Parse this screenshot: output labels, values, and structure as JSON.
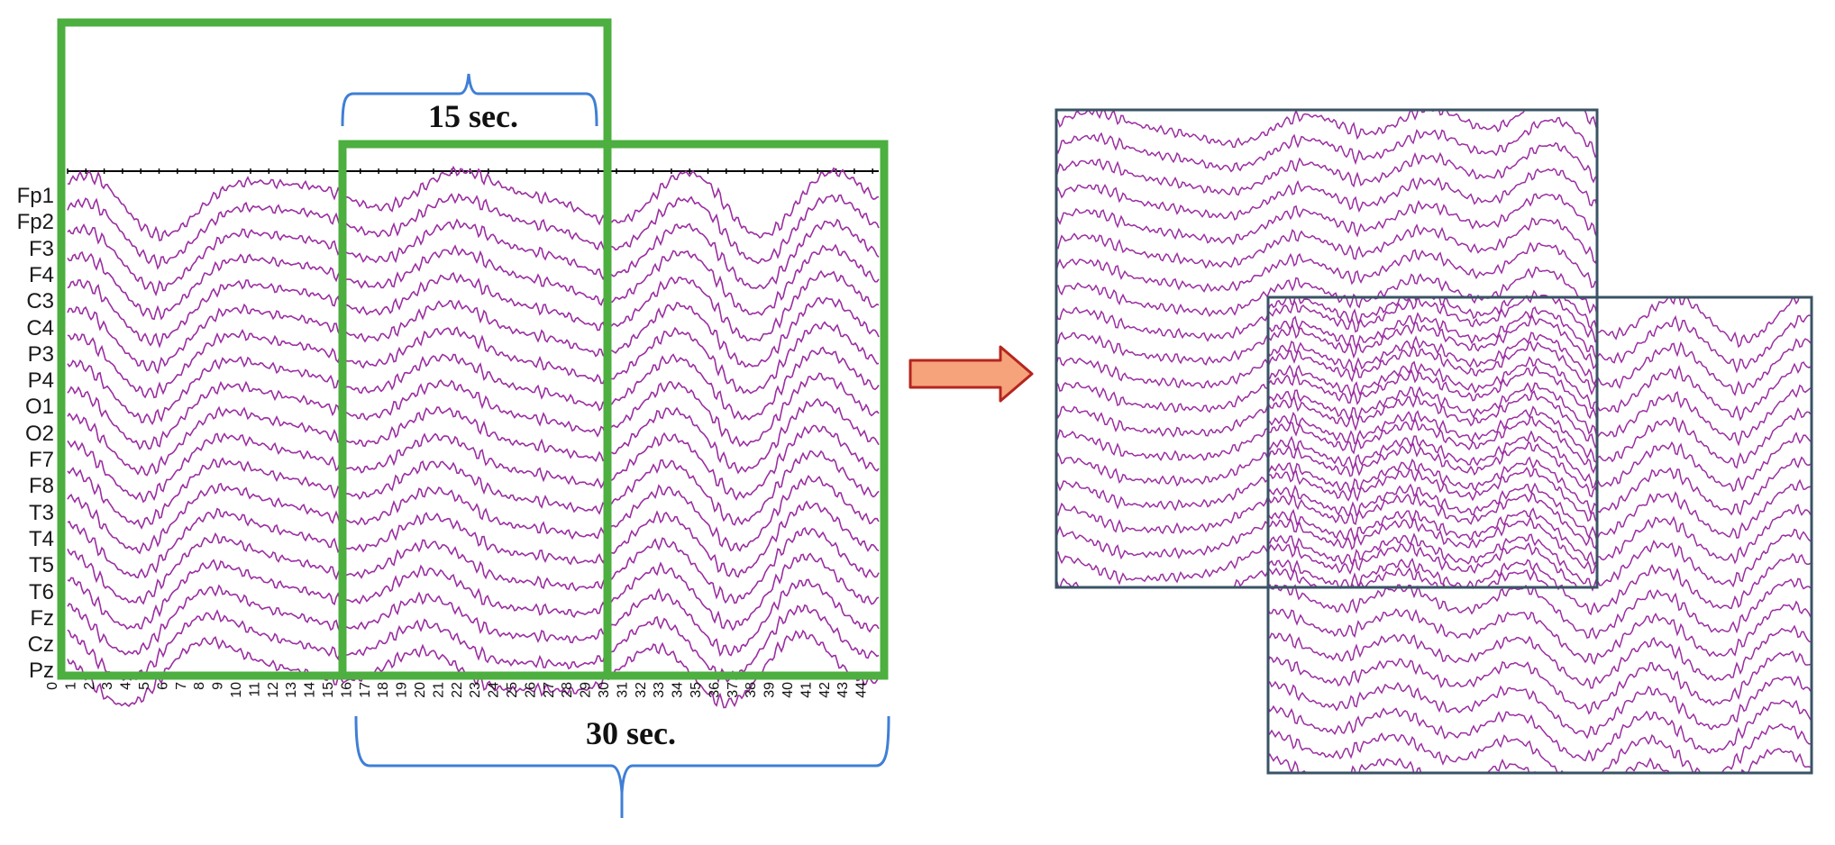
{
  "diagram": {
    "channels": [
      "Fp1",
      "Fp2",
      "F3",
      "F4",
      "C3",
      "C4",
      "P3",
      "P4",
      "O1",
      "O2",
      "F7",
      "F8",
      "T3",
      "T4",
      "T5",
      "T6",
      "Fz",
      "Cz",
      "Pz"
    ],
    "time_ticks": [
      "0",
      "1",
      "2",
      "3",
      "4",
      "5",
      "6",
      "7",
      "8",
      "9",
      "10",
      "11",
      "12",
      "13",
      "14",
      "15",
      "16",
      "17",
      "18",
      "19",
      "20",
      "21",
      "22",
      "23",
      "24",
      "25",
      "26",
      "27",
      "28",
      "29",
      "30",
      "31",
      "32",
      "33",
      "34",
      "35",
      "36",
      "37",
      "38",
      "39",
      "40",
      "41",
      "42",
      "43",
      "44"
    ],
    "overlap_label": "15 sec.",
    "window_label": "30 sec.",
    "colors": {
      "signal": "#9b2ea1",
      "window_frame": "#4caf3f",
      "brace": "#3f7fd6",
      "segment_frame": "#3a5365",
      "arrow_fill": "#f6a37c",
      "arrow_stroke": "#b5261e"
    }
  }
}
